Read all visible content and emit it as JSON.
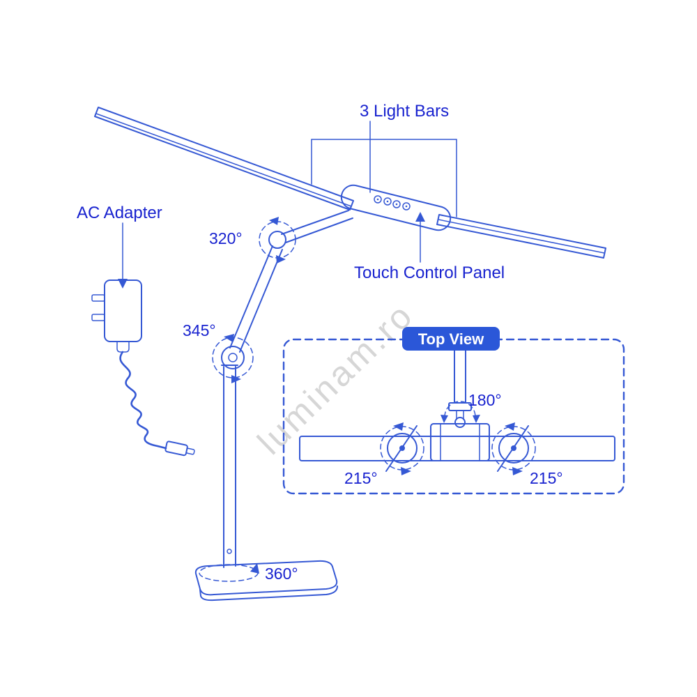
{
  "colors": {
    "background": "#ffffff",
    "line": "#3558d4",
    "label": "#1822cf",
    "accent": "#2b57d8",
    "accent_text": "#ffffff",
    "watermark": "#c9c9c9"
  },
  "labels": {
    "light_bars": "3 Light Bars",
    "touch_panel": "Touch Control Panel",
    "ac_adapter": "AC Adapter",
    "top_view": "Top View",
    "watermark": "luminam.ro"
  },
  "angles": {
    "elbow": "320°",
    "shoulder": "345°",
    "base": "360°",
    "head": "180°",
    "left_bar": "215°",
    "right_bar": "215°"
  }
}
